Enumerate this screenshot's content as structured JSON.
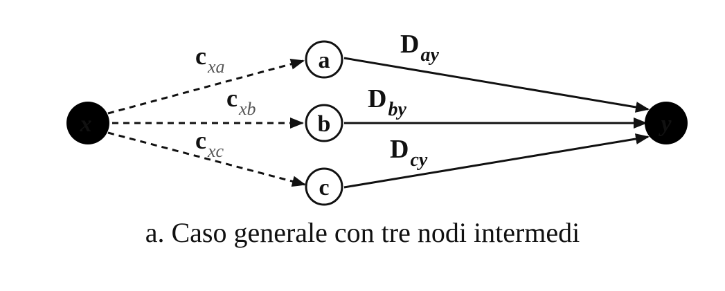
{
  "nodes": {
    "x": "x",
    "a": "a",
    "b": "b",
    "c": "c",
    "y": "y"
  },
  "edges": {
    "xa": {
      "main": "c",
      "sub": "xa"
    },
    "xb": {
      "main": "c",
      "sub": "xb"
    },
    "xc": {
      "main": "c",
      "sub": "xc"
    },
    "ay": {
      "main": "D",
      "sub": "ay"
    },
    "by": {
      "main": "D",
      "sub": "by"
    },
    "cy": {
      "main": "D",
      "sub": "cy"
    }
  },
  "caption": "a. Caso generale con tre nodi intermedi",
  "colors": {
    "ink": "#111111",
    "node_fill_dark": "#000000",
    "node_fill_light": "#ffffff",
    "sub_grey": "#555555"
  }
}
